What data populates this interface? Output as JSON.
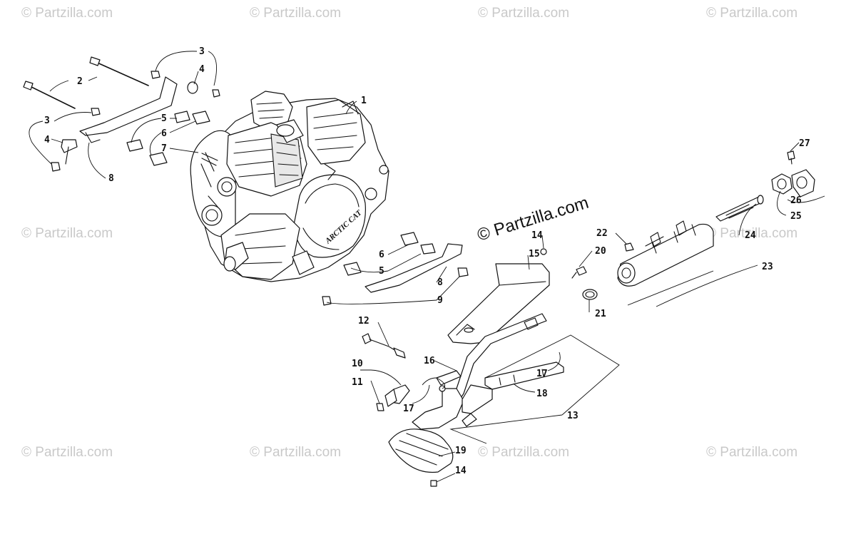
{
  "watermarks": [
    "© Partzilla.com"
  ],
  "brand": {
    "text": "© Partzilla.com"
  },
  "engine_marking": "ARCTIC CAT",
  "callouts": [
    {
      "id": "c1",
      "label": "1"
    },
    {
      "id": "c2",
      "label": "2"
    },
    {
      "id": "c3a",
      "label": "3"
    },
    {
      "id": "c3b",
      "label": "3"
    },
    {
      "id": "c4a",
      "label": "4"
    },
    {
      "id": "c4b",
      "label": "4"
    },
    {
      "id": "c5a",
      "label": "5"
    },
    {
      "id": "c5b",
      "label": "5"
    },
    {
      "id": "c6a",
      "label": "6"
    },
    {
      "id": "c6b",
      "label": "6"
    },
    {
      "id": "c7",
      "label": "7"
    },
    {
      "id": "c8a",
      "label": "8"
    },
    {
      "id": "c8b",
      "label": "8"
    },
    {
      "id": "c9",
      "label": "9"
    },
    {
      "id": "c10",
      "label": "10"
    },
    {
      "id": "c11",
      "label": "11"
    },
    {
      "id": "c12",
      "label": "12"
    },
    {
      "id": "c13",
      "label": "13"
    },
    {
      "id": "c14a",
      "label": "14"
    },
    {
      "id": "c14b",
      "label": "14"
    },
    {
      "id": "c15",
      "label": "15"
    },
    {
      "id": "c16",
      "label": "16"
    },
    {
      "id": "c17a",
      "label": "17"
    },
    {
      "id": "c17b",
      "label": "17"
    },
    {
      "id": "c18",
      "label": "18"
    },
    {
      "id": "c19",
      "label": "19"
    },
    {
      "id": "c20",
      "label": "20"
    },
    {
      "id": "c21",
      "label": "21"
    },
    {
      "id": "c22",
      "label": "22"
    },
    {
      "id": "c23",
      "label": "23"
    },
    {
      "id": "c24",
      "label": "24"
    },
    {
      "id": "c25",
      "label": "25"
    },
    {
      "id": "c26",
      "label": "26"
    },
    {
      "id": "c27",
      "label": "27"
    }
  ]
}
